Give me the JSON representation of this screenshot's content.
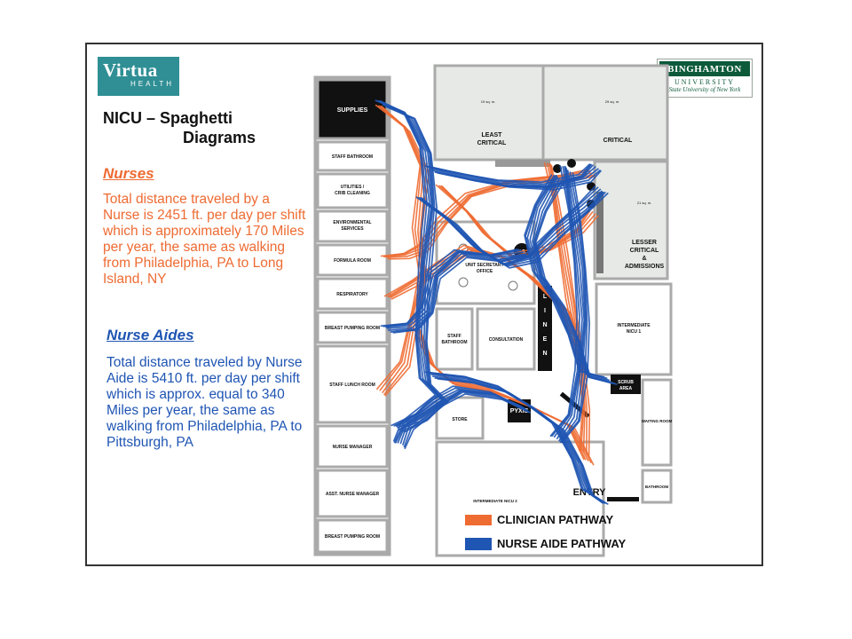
{
  "header": {
    "virtua_logo": "Virtua",
    "virtua_logo_sub": "HEALTH",
    "binghamton_logo": "BINGHAMTON",
    "binghamton_logo_sub": "UNIVERSITY",
    "binghamton_logo_tag": "State University of New York"
  },
  "title": {
    "line1": "NICU – Spaghetti",
    "line2": "Diagrams"
  },
  "nurses": {
    "heading": "Nurses",
    "body": "Total distance traveled by a Nurse is 2451 ft. per day per shift which is approximately 170 Miles per year, the same as walking from Philadelphia, PA to Long Island, NY"
  },
  "aides": {
    "heading": "Nurse Aides",
    "body": "Total distance traveled by Nurse Aide is 5410 ft. per day per shift which is approx. equal to 340 Miles per year, the same as walking from Philadelphia, PA to Pittsburgh, PA"
  },
  "rooms": {
    "supplies": "SUPPLIES",
    "staff_bathroom": "STAFF BATHROOM",
    "utilities_1": "UTILITIES /",
    "utilities_2": "CRIB CLEANING",
    "environmental_1": "ENVIRONMENTAL",
    "environmental_2": "SERVICES",
    "formula": "FORMULA ROOM",
    "respiratory": "RESPIRATORY",
    "breast_pumping_1": "BREAST PUMPING ROOM",
    "staff_lunch": "STAFF LUNCH ROOM",
    "nurse_manager": "NURSE MANAGER",
    "asst_nurse_manager": "ASST. NURSE MANAGER",
    "breast_pumping_2": "BREAST PUMPING ROOM",
    "least_critical_1": "LEAST",
    "least_critical_2": "CRITICAL",
    "least_area": "19 sq. m.",
    "critical": "CRITICAL",
    "critical_area": "29 sq. m.",
    "lesser_1": "LESSER",
    "lesser_2": "CRITICAL",
    "lesser_3": "&",
    "lesser_4": "ADMISSIONS",
    "lesser_area": "21 sq. m.",
    "secretary_1": "UNIT SECRETARY",
    "secretary_2": "OFFICE",
    "us": "U.S.",
    "staff_bath_2a": "STAFF",
    "staff_bath_2b": "BATHROOM",
    "consultation": "CONSULTATION",
    "linen": [
      "L",
      "I",
      "N",
      "E",
      "N"
    ],
    "intermediate_1a": "INTERMEDIATE",
    "intermediate_1b": "NICU 1",
    "scrub_1": "SCRUB",
    "scrub_2": "AREA",
    "waiting": "WAITING ROOM",
    "bathroom": "BATHROOM",
    "store": "STORE",
    "pyxis": "PYXIS",
    "intermediate_2": "INTERMEDIATE NICU 2",
    "entry": "ENTRY"
  },
  "legend": {
    "clinician": "CLINICIAN PATHWAY",
    "aide": "NURSE AIDE PATHWAY"
  },
  "colors": {
    "clinician": "#ee6b32",
    "aide": "#1f55b3",
    "wall": "#aaaaaa",
    "room_fill": "#e6e9e6",
    "dark": "#111111"
  }
}
